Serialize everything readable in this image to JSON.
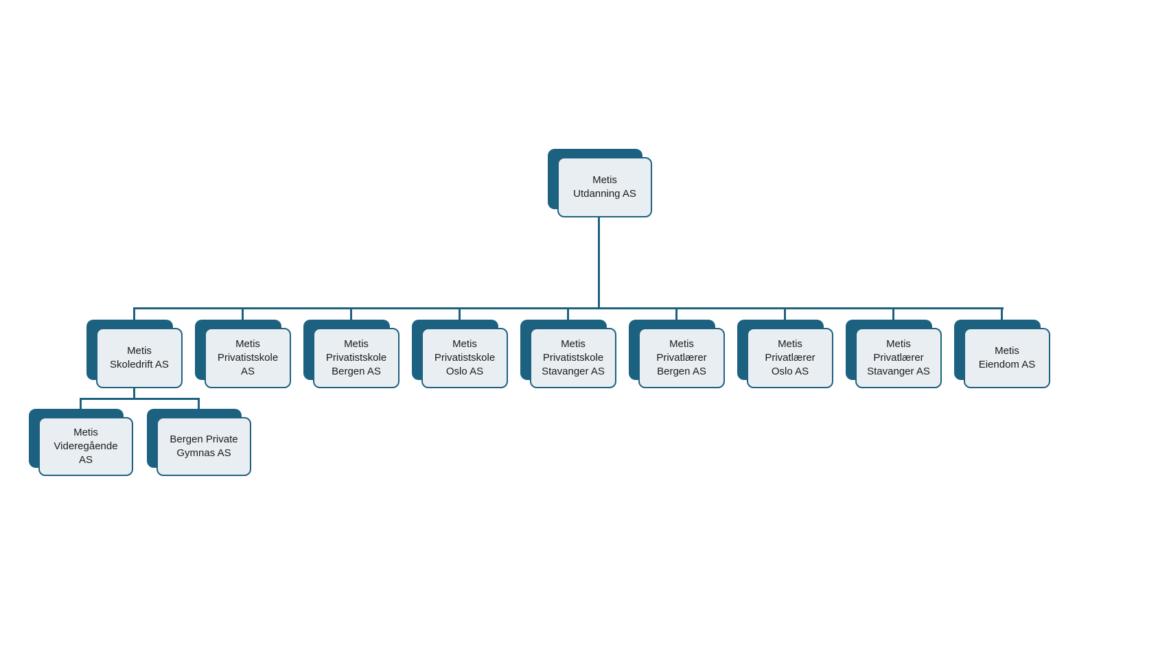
{
  "chart": {
    "type": "org-chart",
    "colors": {
      "node_fill": "#e9eef2",
      "node_border": "#1d6180",
      "shadow": "#1d6180",
      "connector": "#1d6180",
      "text": "#1a1a1a"
    },
    "root": {
      "label": "Metis\nUtdanning AS"
    },
    "subsidiaries": [
      {
        "label": "Metis\nSkoledrift AS"
      },
      {
        "label": "Metis\nPrivatistskole\nAS"
      },
      {
        "label": "Metis\nPrivatistskole\nBergen AS"
      },
      {
        "label": "Metis\nPrivatistskole\nOslo AS"
      },
      {
        "label": "Metis\nPrivatistskole\nStavanger AS"
      },
      {
        "label": "Metis\nPrivatlærer\nBergen AS"
      },
      {
        "label": "Metis\nPrivatlærer\nOslo AS"
      },
      {
        "label": "Metis\nPrivatlærer\nStavanger AS"
      },
      {
        "label": "Metis\nEiendom AS"
      }
    ],
    "skoledrift_children": [
      {
        "label": "Metis\nVideregående\nAS"
      },
      {
        "label": "Bergen Private\nGymnas AS"
      }
    ]
  }
}
